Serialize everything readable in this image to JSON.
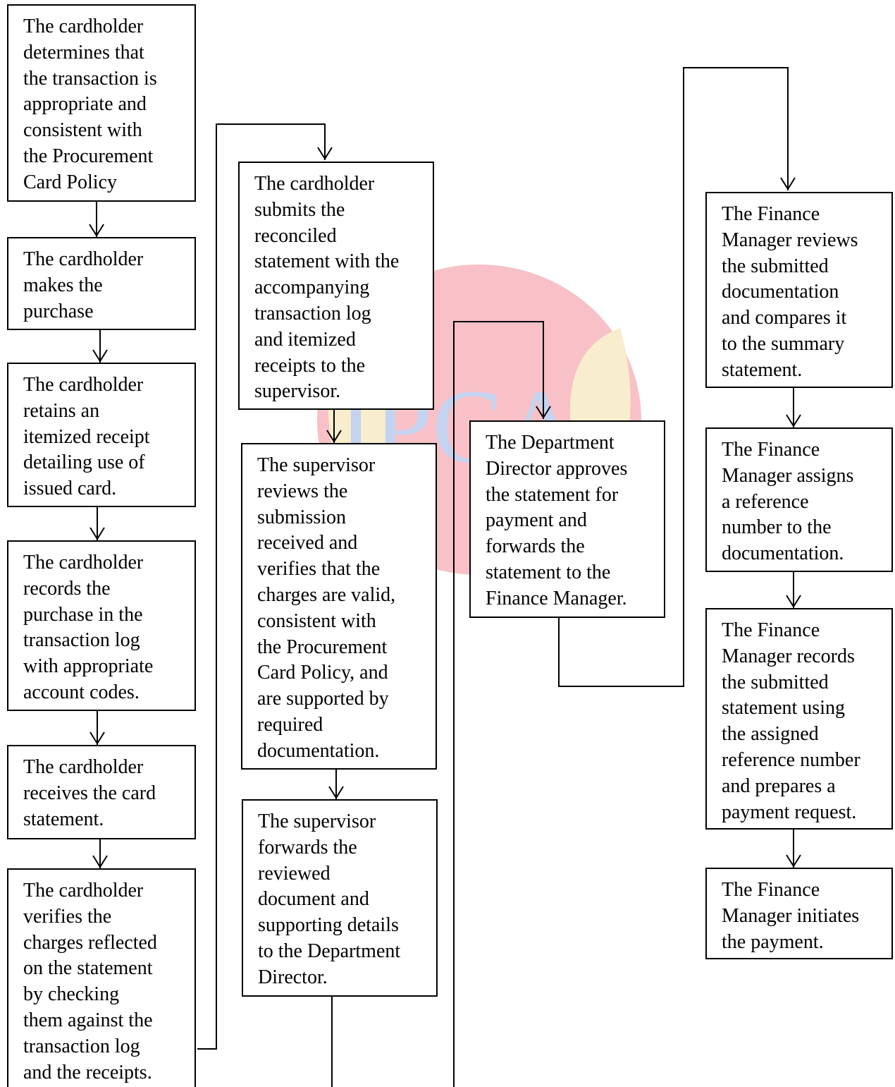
{
  "watermark": {
    "text": "IPCA",
    "colors": {
      "seal": "#e8243a",
      "letters": "#2f63c8",
      "gold": "#e9c24a"
    }
  },
  "boxes": [
    {
      "id": "b1",
      "lines": [
        "The cardholder",
        "determines that",
        "the transaction is",
        "appropriate and",
        "consistent with",
        "the Procurement",
        "Card Policy"
      ]
    },
    {
      "id": "b2",
      "lines": [
        "The cardholder",
        "makes the",
        "purchase"
      ]
    },
    {
      "id": "b3",
      "lines": [
        "The cardholder",
        "retains an",
        "itemized receipt",
        "detailing use of",
        "issued card."
      ]
    },
    {
      "id": "b4",
      "lines": [
        "The cardholder",
        "records the",
        "purchase in the",
        "transaction log",
        "with appropriate",
        "account codes."
      ]
    },
    {
      "id": "b5",
      "lines": [
        "The cardholder",
        "receives the card",
        "statement."
      ]
    },
    {
      "id": "b6",
      "lines": [
        "The cardholder",
        "verifies the",
        "charges reflected",
        "on the statement",
        "by checking",
        "them against the",
        "transaction log",
        "and the receipts."
      ]
    },
    {
      "id": "b7",
      "lines": [
        "The cardholder",
        "submits the",
        "reconciled",
        "statement with the",
        "accompanying",
        "transaction log",
        "and itemized",
        "receipts to the",
        "supervisor."
      ]
    },
    {
      "id": "b8",
      "lines": [
        "The supervisor",
        "reviews the",
        "submission",
        "received and",
        "verifies that the",
        "charges are valid,",
        "consistent with",
        "the Procurement",
        "Card Policy, and",
        "are supported by",
        "required",
        "documentation."
      ]
    },
    {
      "id": "b9",
      "lines": [
        "The supervisor",
        "forwards the",
        "reviewed",
        "document and",
        "supporting details",
        "to the Department",
        "Director."
      ]
    },
    {
      "id": "b10",
      "lines": [
        "The Department",
        "Director approves",
        "the statement for",
        "payment and",
        "forwards the",
        "statement to the",
        "Finance Manager."
      ]
    },
    {
      "id": "b11",
      "lines": [
        "The Finance",
        "Manager reviews",
        "the submitted",
        "documentation",
        "and compares it",
        "to the summary",
        "statement."
      ]
    },
    {
      "id": "b12",
      "lines": [
        "The Finance",
        "Manager assigns",
        "a reference",
        "number to the",
        "documentation."
      ]
    },
    {
      "id": "b13",
      "lines": [
        "The Finance",
        "Manager records",
        "the submitted",
        "statement using",
        "the assigned",
        "reference number",
        "and prepares a",
        "payment request."
      ]
    },
    {
      "id": "b14",
      "lines": [
        "The Finance",
        "Manager initiates",
        "the payment."
      ]
    }
  ],
  "connectors": [
    {
      "from": "b1",
      "to": "b2"
    },
    {
      "from": "b2",
      "to": "b3"
    },
    {
      "from": "b3",
      "to": "b4"
    },
    {
      "from": "b4",
      "to": "b5"
    },
    {
      "from": "b5",
      "to": "b6"
    },
    {
      "from": "b6",
      "to": "b7"
    },
    {
      "from": "b7",
      "to": "b8"
    },
    {
      "from": "b8",
      "to": "b9"
    },
    {
      "from": "b9",
      "to": "b10"
    },
    {
      "from": "b10",
      "to": "b11"
    },
    {
      "from": "b11",
      "to": "b12"
    },
    {
      "from": "b12",
      "to": "b13"
    },
    {
      "from": "b13",
      "to": "b14"
    }
  ]
}
